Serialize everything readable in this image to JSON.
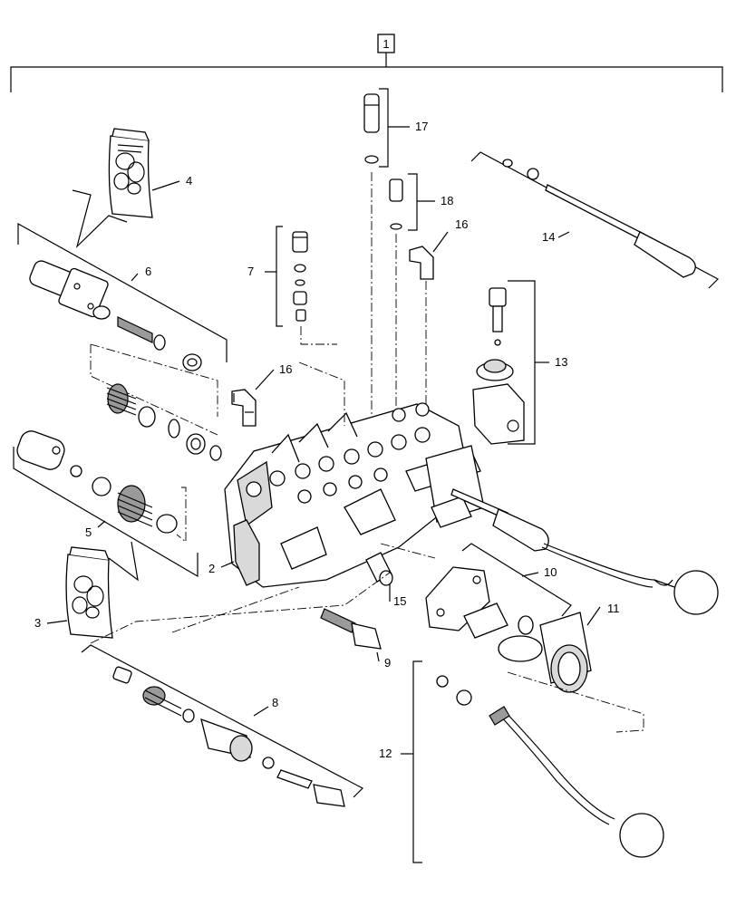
{
  "callouts": {
    "c1": "1",
    "c2": "2",
    "c3": "3",
    "c4": "4",
    "c5": "5",
    "c6": "6",
    "c7": "7",
    "c8": "8",
    "c9": "9",
    "c10": "10",
    "c11": "11",
    "c12": "12",
    "c13": "13",
    "c14": "14",
    "c15": "15",
    "c16a": "16",
    "c16b": "16",
    "c17": "17",
    "c18": "18"
  },
  "icons": {
    "seal_kit": "seal-kit-bag-icon",
    "valve_body": "control-valve-body-icon",
    "lever": "control-lever-icon"
  }
}
